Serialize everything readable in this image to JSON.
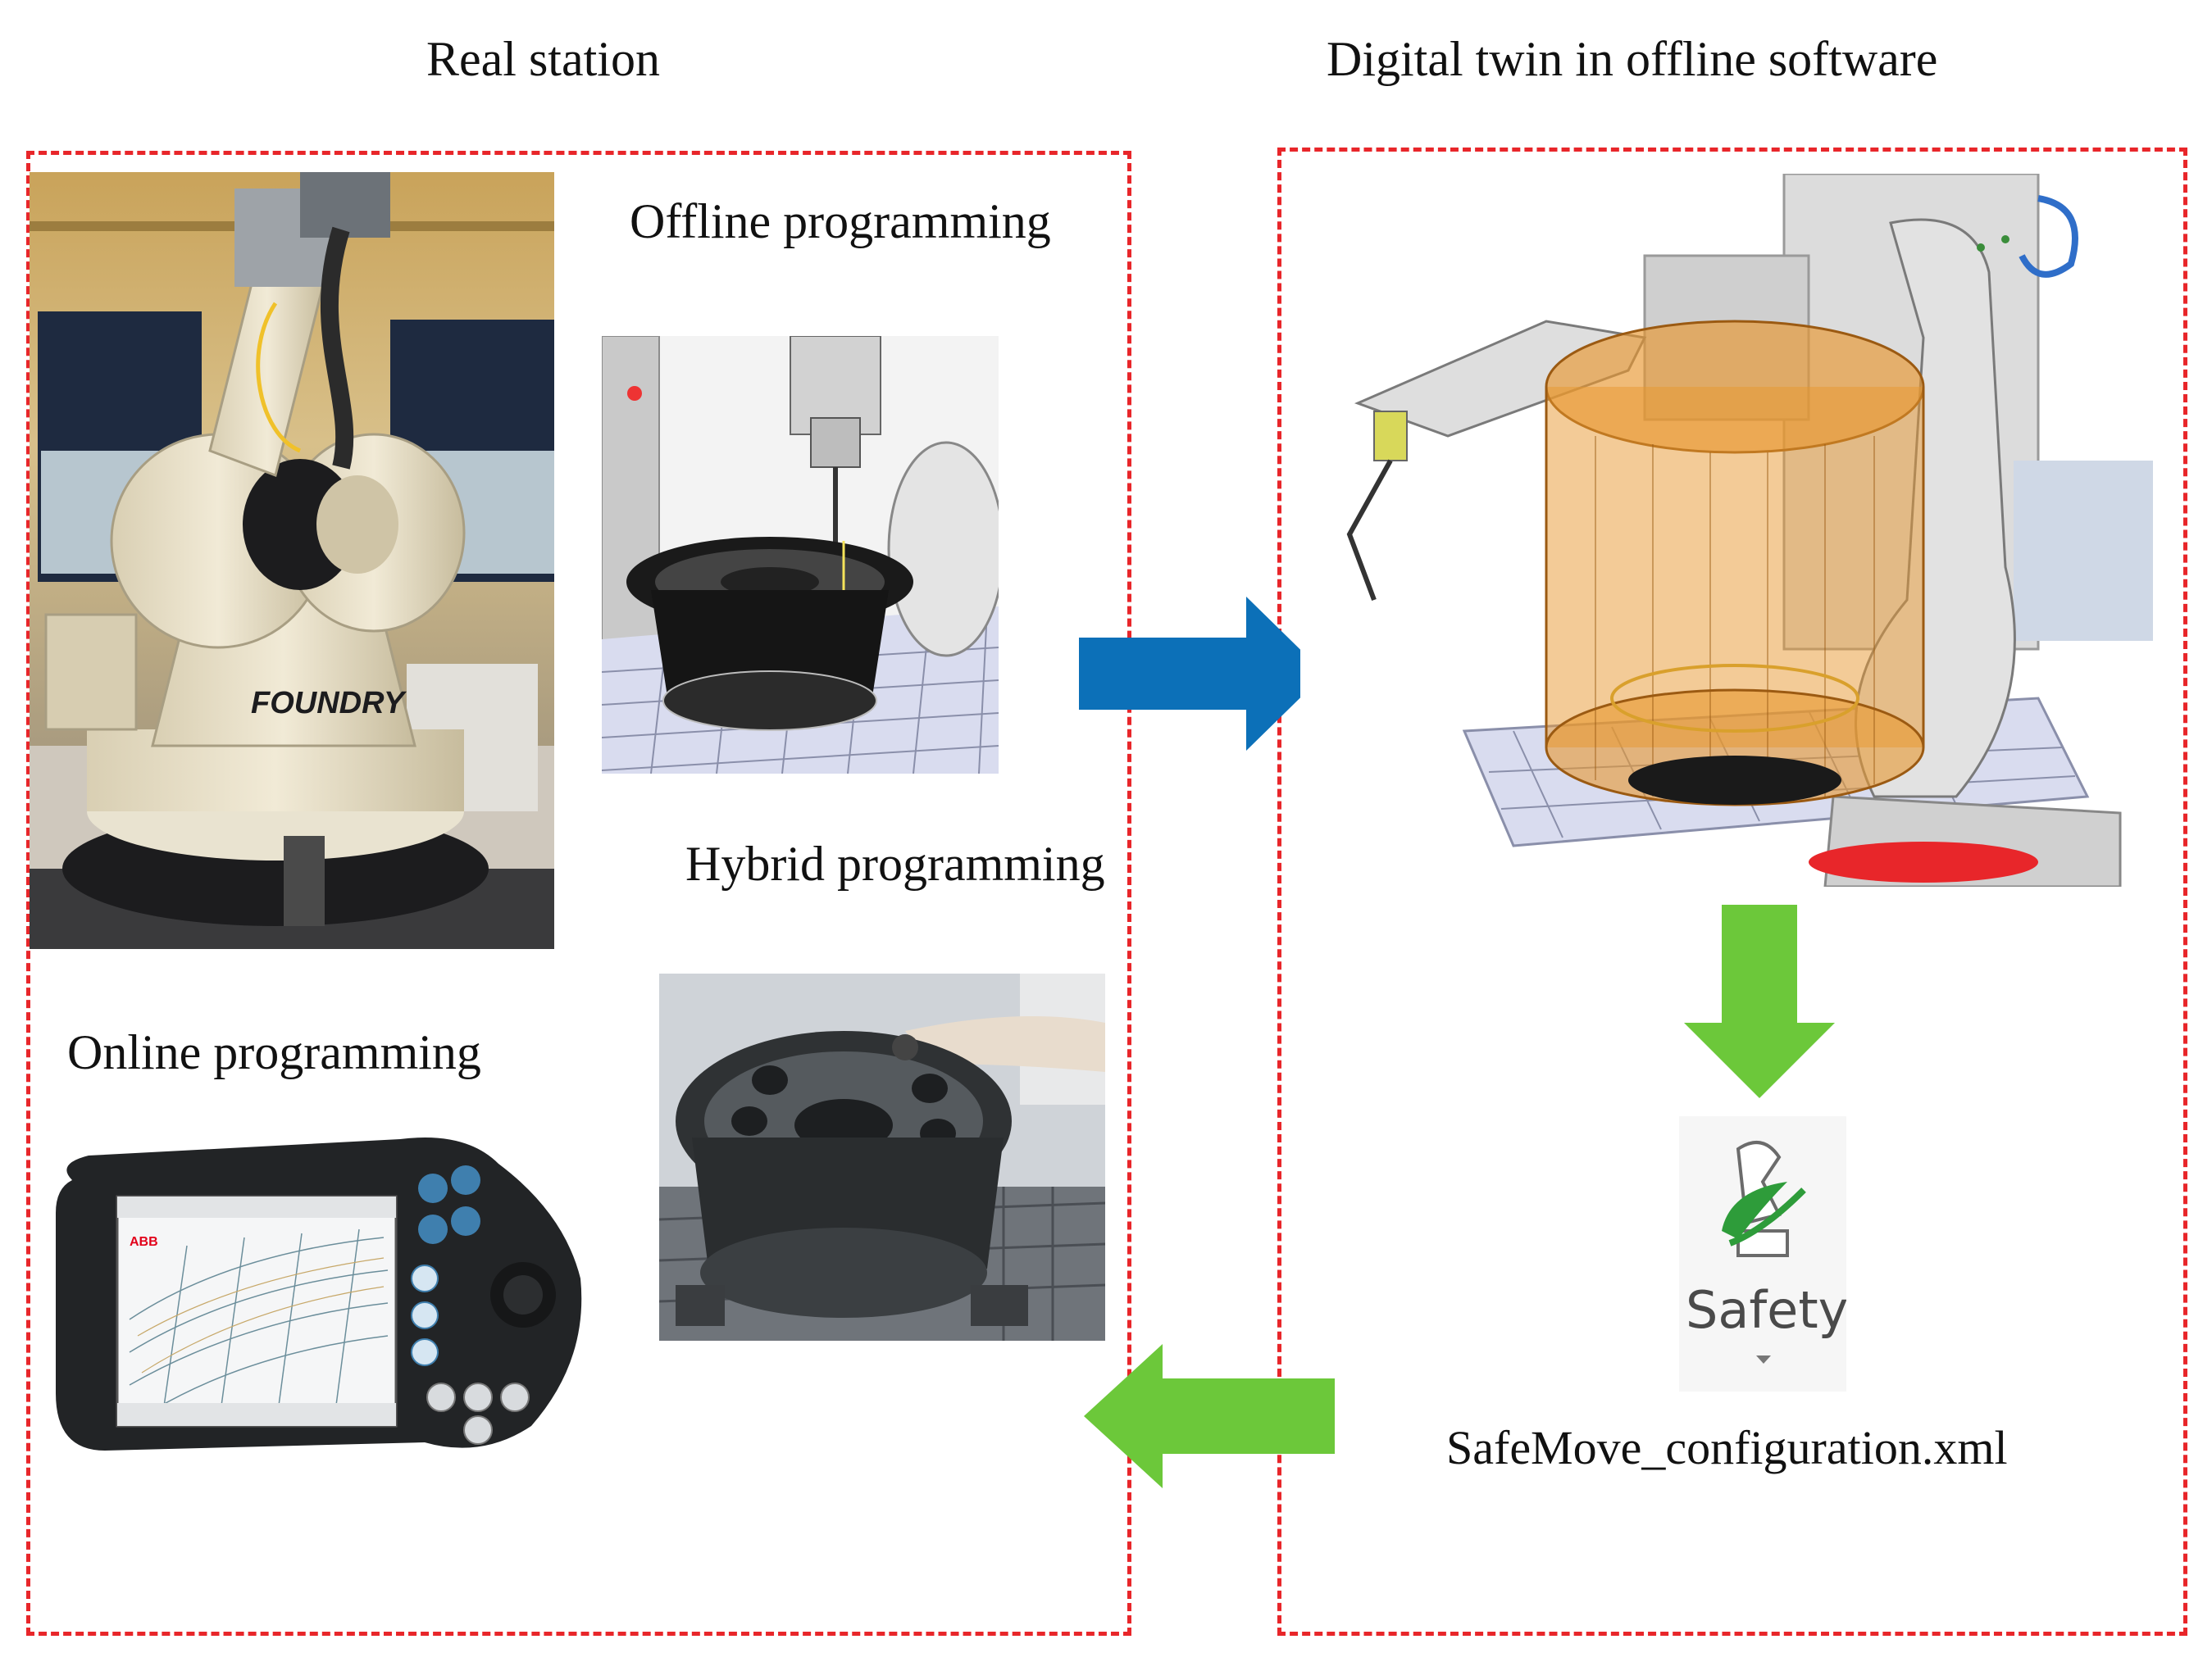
{
  "columns": {
    "real_station": {
      "title": "Real station"
    },
    "digital_twin": {
      "title": "Digital twin in offline software"
    }
  },
  "real_station": {
    "offline": {
      "label": "Offline programming"
    },
    "hybrid": {
      "label": "Hybrid programming"
    },
    "online": {
      "label": "Online programming"
    },
    "robot_branding": {
      "text": "FOUNDRY"
    },
    "pendant_logo": {
      "text": "ABB"
    }
  },
  "digital_twin": {
    "safety_button": {
      "label": "Safety"
    },
    "config_file": {
      "name": "SafeMove_configuration.xml"
    }
  },
  "colors": {
    "dashed_border": "#e8262a",
    "arrow_blue": "#0c70b8",
    "arrow_green": "#6cc83a",
    "safety_zone": "#e8972f"
  }
}
